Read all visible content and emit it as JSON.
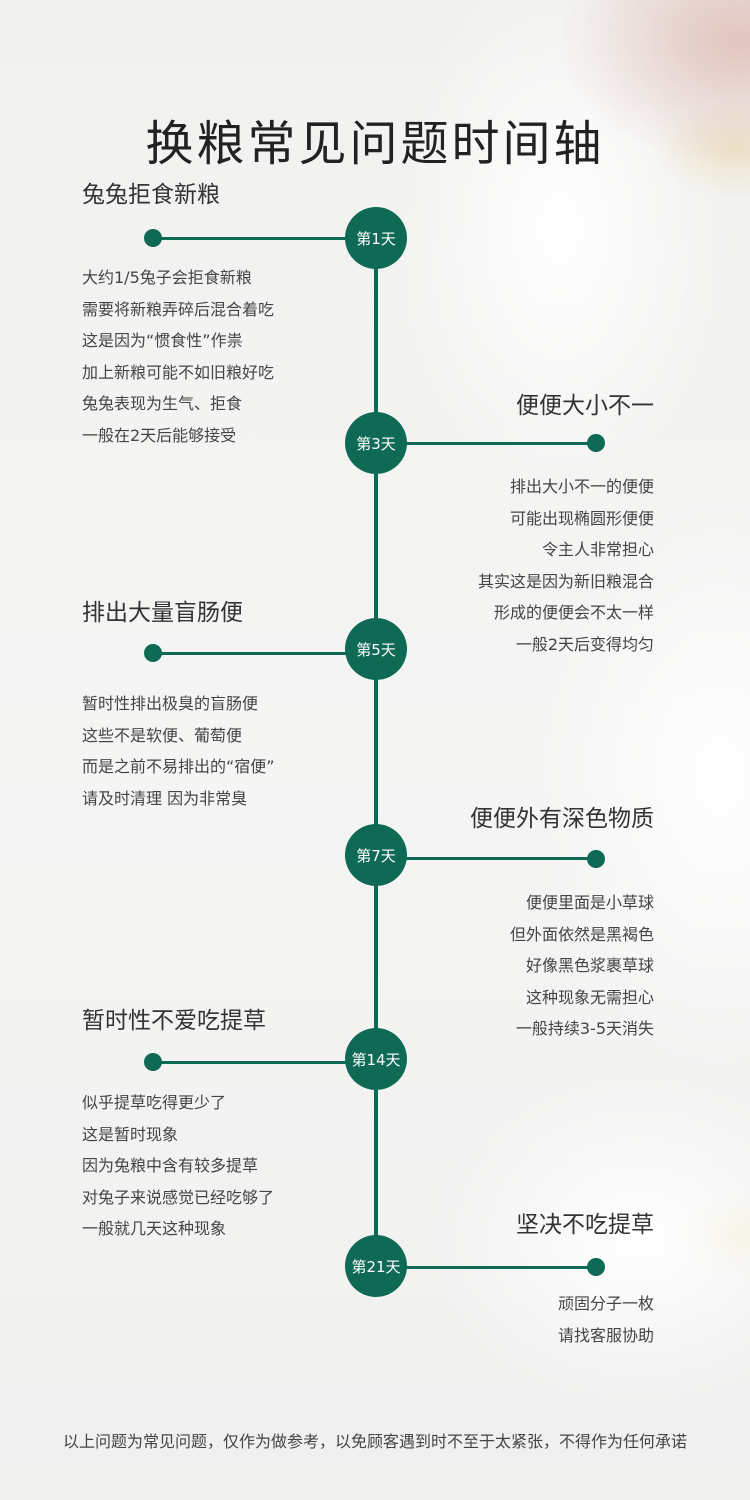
{
  "title": "换粮常见问题时间轴",
  "accent_color": "#0f6a55",
  "events": [
    {
      "day": "第1天",
      "heading": "兔兔拒食新粮",
      "side": "left",
      "lines": [
        "大约1/5兔子会拒食新粮",
        "需要将新粮弄碎后混合着吃",
        "这是因为“惯食性”作祟",
        "加上新粮可能不如旧粮好吃",
        "兔兔表现为生气、拒食",
        "一般在2天后能够接受"
      ]
    },
    {
      "day": "第3天",
      "heading": "便便大小不一",
      "side": "right",
      "lines": [
        "排出大小不一的便便",
        "可能出现椭圆形便便",
        "令主人非常担心",
        "其实这是因为新旧粮混合",
        "形成的便便会不太一样",
        "一般2天后变得均匀"
      ]
    },
    {
      "day": "第5天",
      "heading": "排出大量盲肠便",
      "side": "left",
      "lines": [
        "暂时性排出极臭的盲肠便",
        "这些不是软便、葡萄便",
        "而是之前不易排出的“宿便”",
        "请及时清理 因为非常臭"
      ]
    },
    {
      "day": "第7天",
      "heading": "便便外有深色物质",
      "side": "right",
      "lines": [
        "便便里面是小草球",
        "但外面依然是黑褐色",
        "好像黑色浆裹草球",
        "这种现象无需担心",
        "一般持续3-5天消失"
      ]
    },
    {
      "day": "第14天",
      "heading": "暂时性不爱吃提草",
      "side": "left",
      "lines": [
        "似乎提草吃得更少了",
        "这是暂时现象",
        "因为兔粮中含有较多提草",
        "对兔子来说感觉已经吃够了",
        "一般就几天这种现象"
      ]
    },
    {
      "day": "第21天",
      "heading": "坚决不吃提草",
      "side": "right",
      "lines": [
        "顽固分子一枚",
        "请找客服协助"
      ]
    }
  ],
  "footer": "以上问题为常见问题，仅作为做参考，以免顾客遇到时不至于太紧张，不得作为任何承诺"
}
